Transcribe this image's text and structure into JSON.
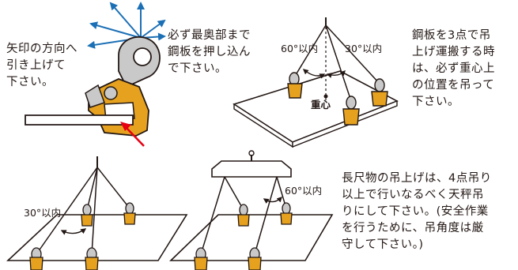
{
  "texts": {
    "arrow_direction": "矢印の方向へ\n引き上げて\n下さい。",
    "push_in": "必ず最奥部まで\n鋼板を押し込ん\nで下さい。",
    "three_point": "鋼板を3点で吊\n上げ運搬する時\nは、必ず重心上\nの位置を吊って\n下さい。",
    "long_item": "長尺物の吊上げは、4点吊り\n以上で行いなるべく天秤吊\nりにして下さい。(安全作業\nを行うために、吊角度は厳\n守して下さい。)"
  },
  "annotations": {
    "angle_60_left": "60°以内",
    "angle_30_right": "30°以内",
    "center_of_gravity": "重心",
    "angle_30_bottom": "30°以内",
    "angle_60_bottom": "60°以内"
  },
  "colors": {
    "arrow_blue": "#1b6fb5",
    "clamp_gold": "#e6a21e",
    "red_arrow": "#e60012",
    "line": "#231815"
  }
}
